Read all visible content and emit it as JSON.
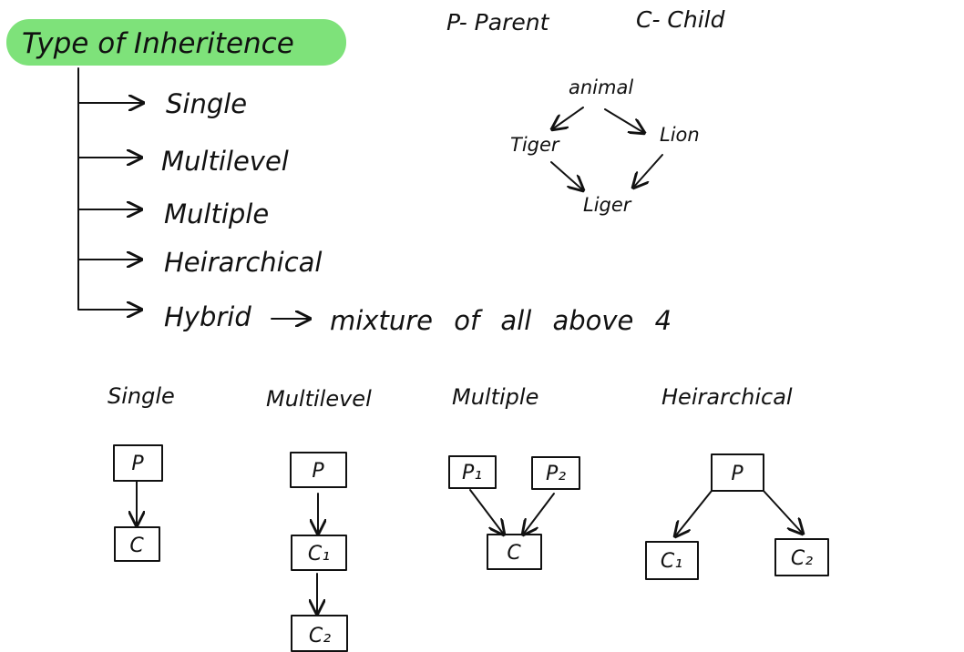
{
  "colors": {
    "ink": "#111111",
    "highlight": "#7ee27a",
    "background": "#ffffff"
  },
  "title": "Type of Inheritence",
  "legend": {
    "parent": "P- Parent",
    "child": "C- Child"
  },
  "types": [
    {
      "label": "Single"
    },
    {
      "label": "Multilevel"
    },
    {
      "label": "Multiple"
    },
    {
      "label": "Heirarchical"
    },
    {
      "label": "Hybrid",
      "note": "mixture of all above 4"
    }
  ],
  "example": {
    "top": "animal",
    "left": "Tiger",
    "right": "Lion",
    "bottom": "Liger"
  },
  "diagrams": {
    "single": {
      "title": "Single",
      "parent": "P",
      "child": "C"
    },
    "multilevel": {
      "title": "Multilevel",
      "parent": "P",
      "child1": "C₁",
      "child2": "C₂"
    },
    "multiple": {
      "title": "Multiple",
      "parent1": "P₁",
      "parent2": "P₂",
      "child": "C"
    },
    "hierarchical": {
      "title": "Heirarchical",
      "parent": "P",
      "child1": "C₁",
      "child2": "C₂"
    }
  }
}
